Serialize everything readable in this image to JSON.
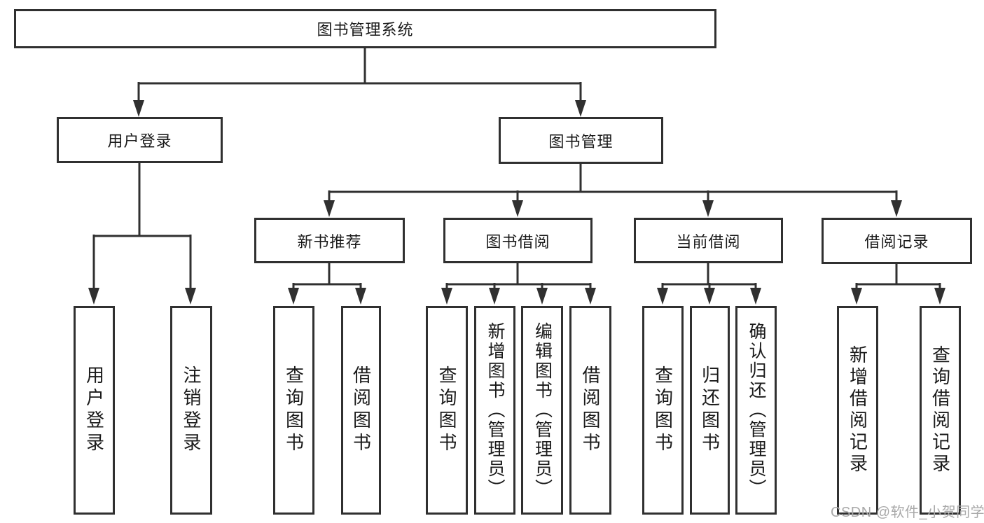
{
  "tree": {
    "root": {
      "label": "图书管理系统"
    },
    "branches": [
      {
        "label": "用户登录",
        "children": [
          {
            "label": "用户登录"
          },
          {
            "label": "注销登录"
          }
        ]
      },
      {
        "label": "图书管理",
        "children": [
          {
            "label": "新书推荐",
            "children": [
              {
                "label": "查询图书"
              },
              {
                "label": "借阅图书"
              }
            ]
          },
          {
            "label": "图书借阅",
            "children": [
              {
                "label": "查询图书"
              },
              {
                "label": "新增图书（管理员）"
              },
              {
                "label": "编辑图书（管理员）"
              },
              {
                "label": "借阅图书"
              }
            ]
          },
          {
            "label": "当前借阅",
            "children": [
              {
                "label": "查询图书"
              },
              {
                "label": "归还图书"
              },
              {
                "label": "确认归还（管理员）"
              }
            ]
          },
          {
            "label": "借阅记录",
            "children": [
              {
                "label": "新增借阅记录"
              },
              {
                "label": "查询借阅记录"
              }
            ]
          }
        ]
      }
    ]
  },
  "watermark": {
    "text": "CSDN @软件_小贺同学"
  },
  "colors": {
    "line": "#303030",
    "box_border": "#303030",
    "box_fill": "#ffffff",
    "text": "#1a1a1a",
    "watermark": "#a9a9a9",
    "background": "#ffffff"
  }
}
